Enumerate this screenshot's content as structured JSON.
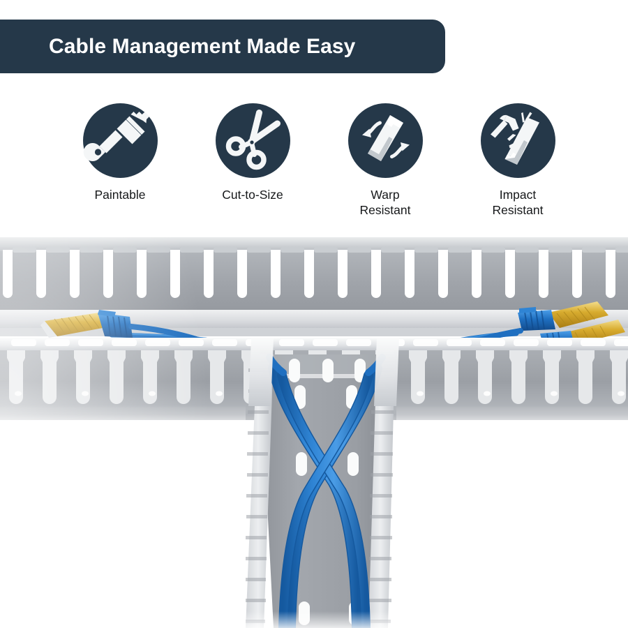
{
  "banner": {
    "title": "Cable Management Made Easy",
    "background_color": "#253849",
    "text_color": "#ffffff"
  },
  "features": [
    {
      "id": "paintable",
      "icon": "paintbrush-icon",
      "label": "Paintable"
    },
    {
      "id": "cut-to-size",
      "icon": "scissors-icon",
      "label": "Cut-to-Size"
    },
    {
      "id": "warp-resistant",
      "icon": "warp-arrows-duct-icon",
      "label": "Warp\nResistant"
    },
    {
      "id": "impact-resistant",
      "icon": "hammer-strike-duct-icon",
      "label": "Impact\nResistant"
    }
  ],
  "colors": {
    "accent_dark": "#253849",
    "icon_glyph": "#f4f6f7",
    "cable_blue": "#1f6fc0",
    "cable_blue_light": "#3d92dd",
    "duct_gray": "#9a9ea4",
    "duct_light": "#e8eaec",
    "duct_white": "#f2f3f4",
    "connector_gold": "#cfa227",
    "page_background": "#ffffff"
  },
  "photo": {
    "alt": "Gray slotted cable management duct assembly with blue Ethernet patch cables and RJ45 connectors",
    "elements": {
      "top_duct": "horizontal slotted duct row (upper)",
      "front_duct": "horizontal slotted duct row (front, lower)",
      "vertical_duct": "vertical slotted duct channel (center, descending)",
      "cables": "blue Ethernet cables crossing in an X pattern",
      "connectors": "three gold-contact RJ45 plugs with blue boots"
    }
  }
}
